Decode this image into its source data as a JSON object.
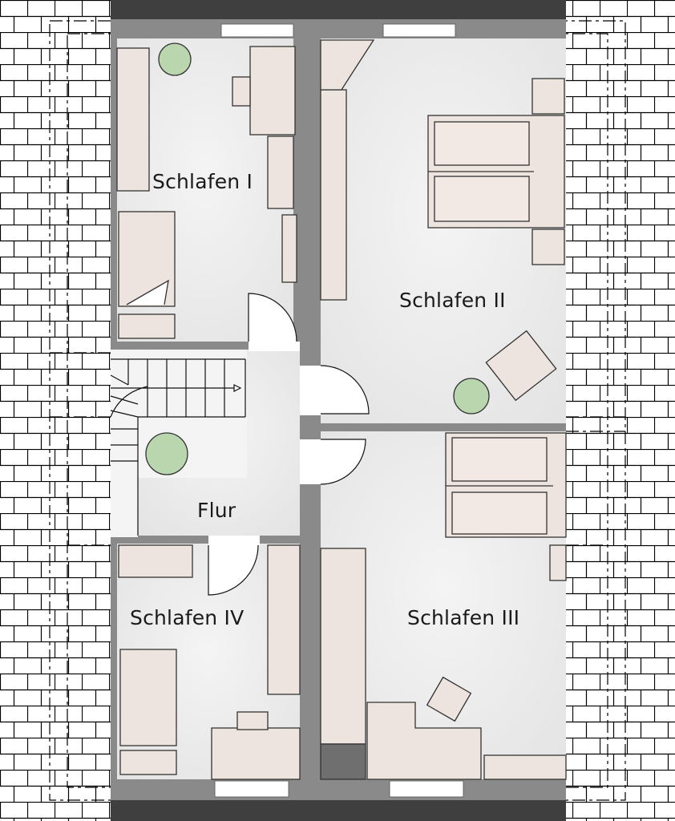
{
  "plan": {
    "rooms": [
      {
        "id": "schlafen-1",
        "label": "Schlafen I"
      },
      {
        "id": "schlafen-2",
        "label": "Schlafen II"
      },
      {
        "id": "schlafen-3",
        "label": "Schlafen III"
      },
      {
        "id": "schlafen-4",
        "label": "Schlafen IV"
      },
      {
        "id": "flur",
        "label": "Flur"
      }
    ]
  },
  "colors": {
    "wall": "#8a8a8a",
    "roof_band": "#3f3f3f",
    "floor": "#ececec",
    "furniture": "#ede4df",
    "plant": "#b9d6ae",
    "roof_tiles_line": "#000000"
  }
}
